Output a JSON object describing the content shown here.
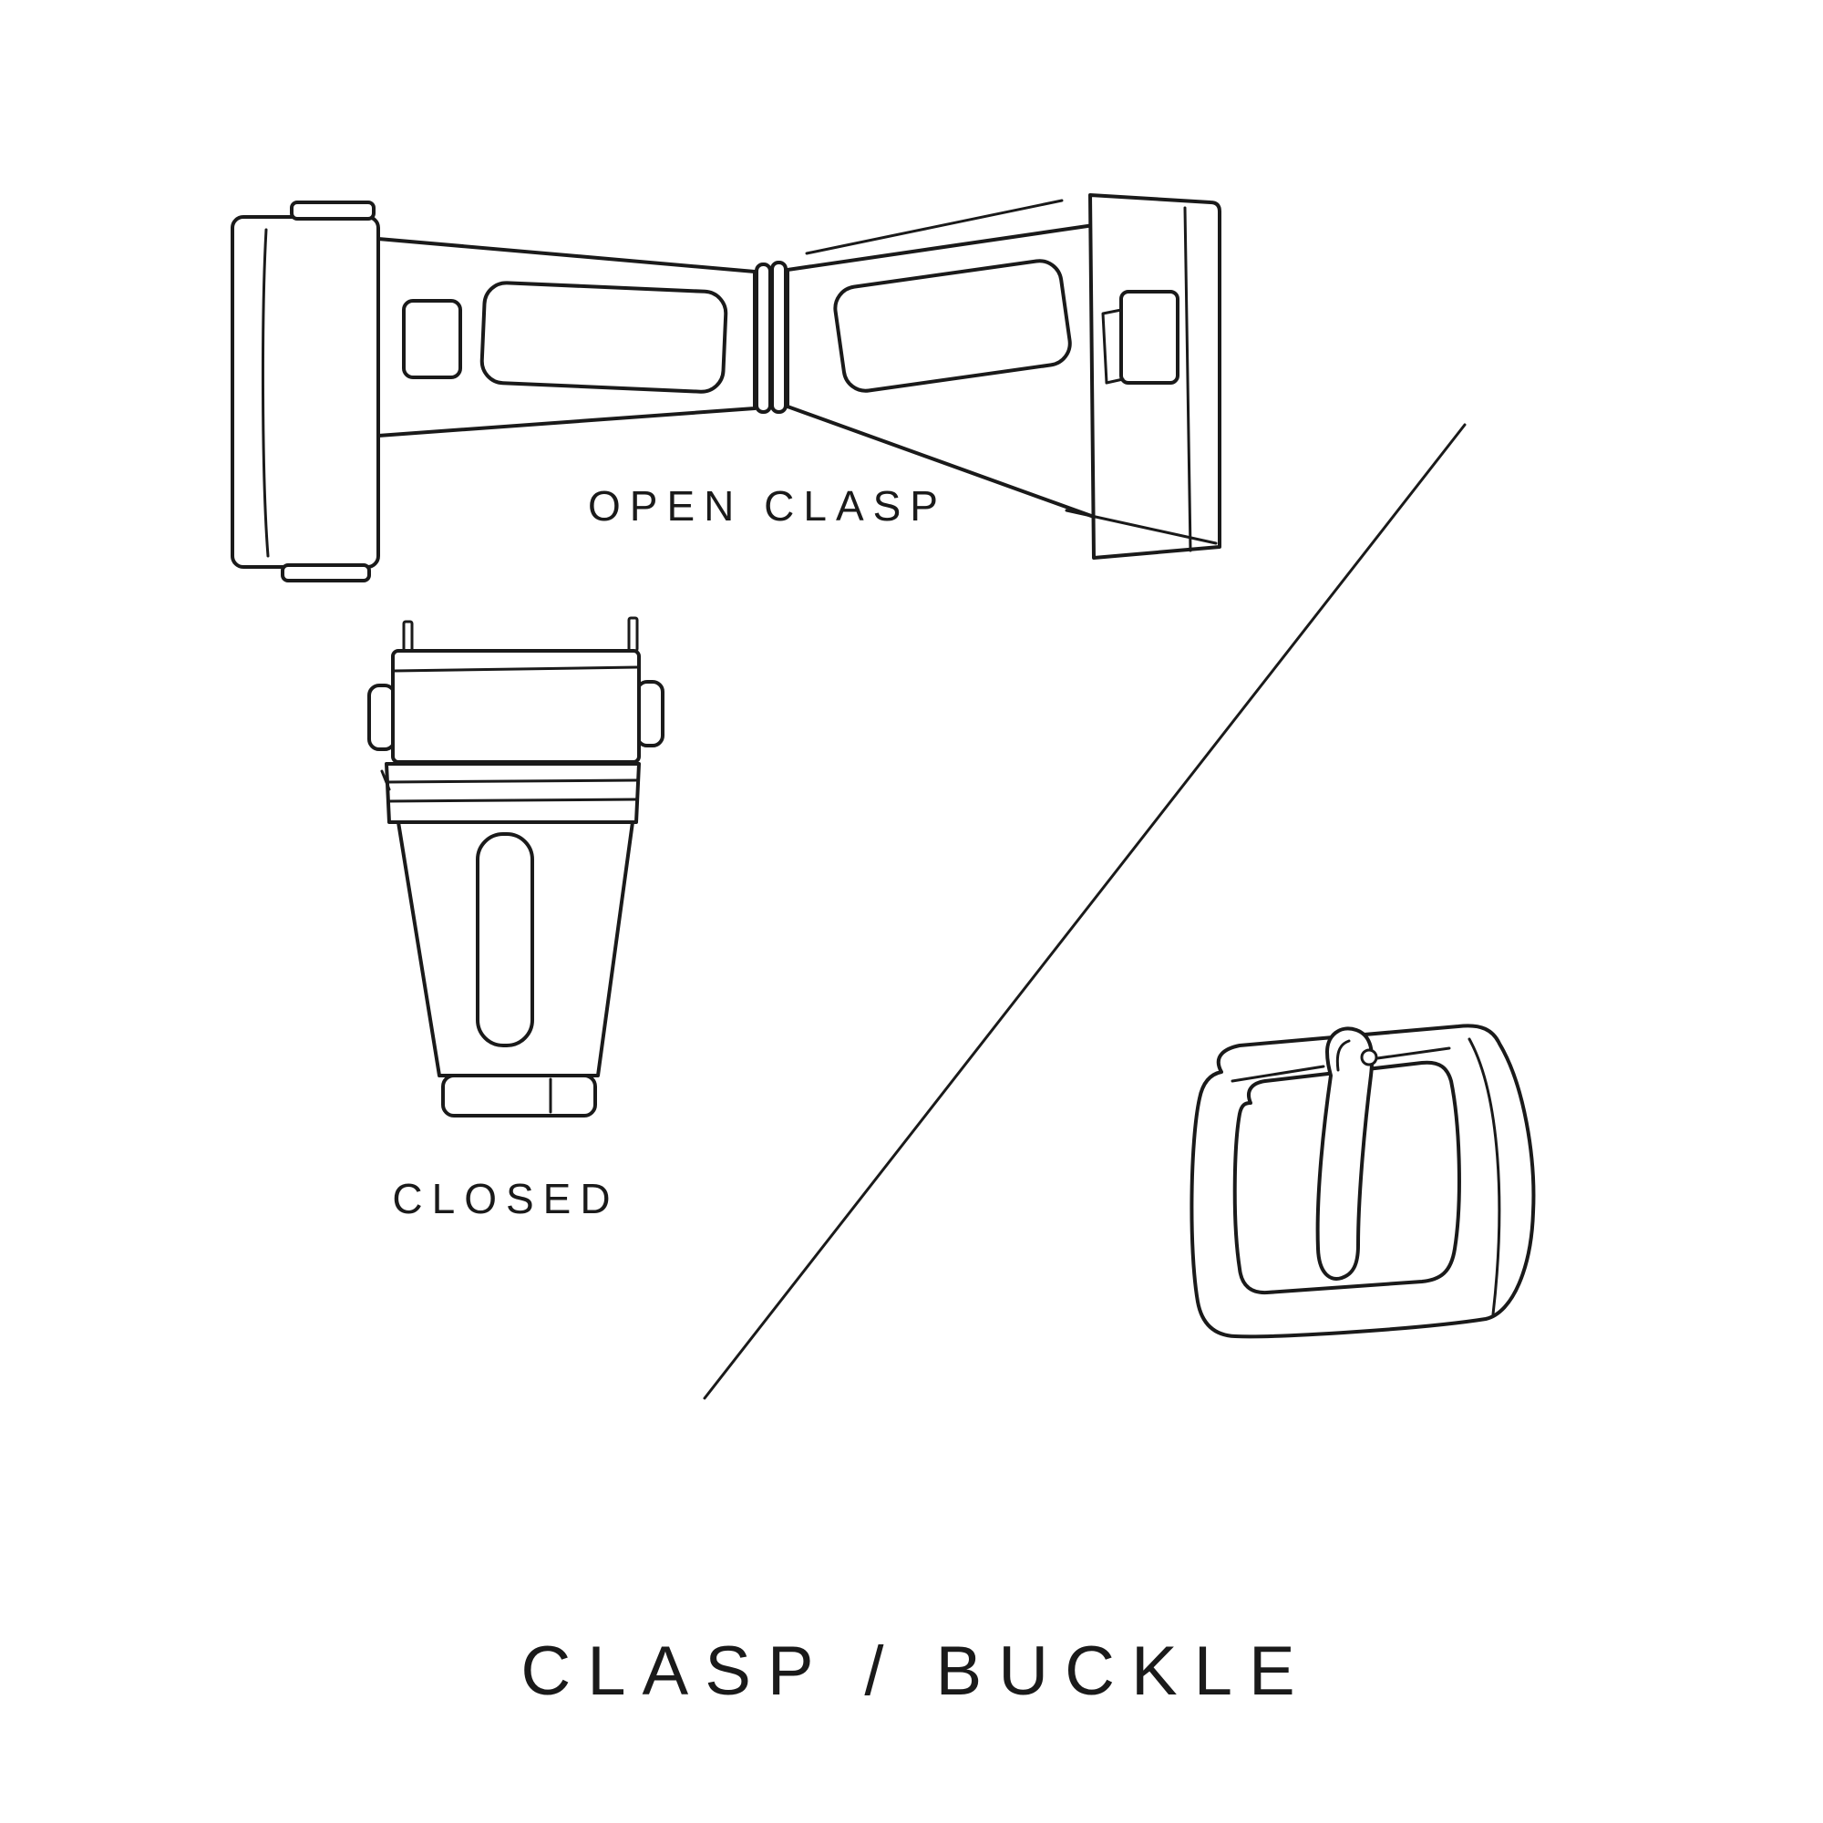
{
  "page": {
    "background": "#ffffff",
    "ink": "#1a1a1a"
  },
  "labels": {
    "open_clasp": "OPEN CLASP",
    "closed": "CLOSED"
  },
  "title": "CLASP / BUCKLE",
  "illustrations": {
    "open_clasp": "open-clasp-drawing",
    "closed_clasp": "closed-clasp-drawing",
    "buckle": "tang-buckle-drawing",
    "divider": "diagonal-divider-line"
  }
}
